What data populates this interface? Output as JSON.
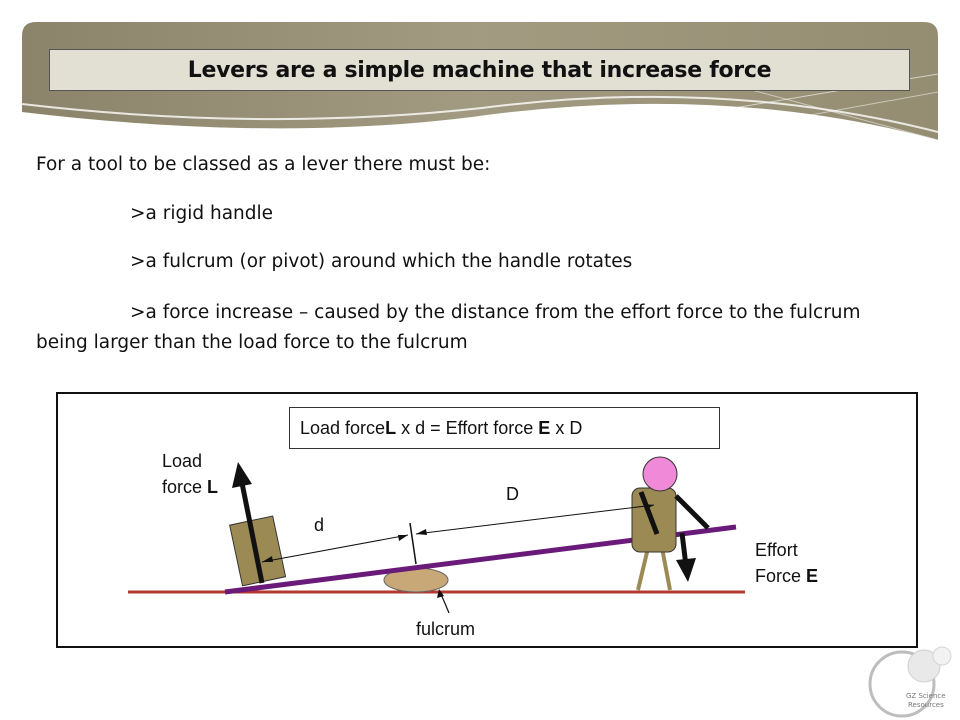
{
  "slide": {
    "title": "Levers are a simple machine that increase force",
    "intro": "For a tool to be classed as a lever there must be:",
    "bullets": [
      ">a rigid handle",
      ">a fulcrum (or pivot) around which the handle rotates",
      ">a force increase – caused by the distance from the effort force to the fulcrum being larger than the load force to the fulcrum"
    ]
  },
  "diagram": {
    "formula": {
      "part1": "Load force ",
      "L": "L",
      "part2": " x d = Effort force ",
      "E": "E",
      "part3": " x D"
    },
    "load_label": {
      "line1": "Load",
      "line2": "force ",
      "symbol": "L"
    },
    "effort_label": {
      "line1": "Effort",
      "line2": "Force ",
      "symbol": "E"
    },
    "d_label": "d",
    "D_label": "D",
    "fulcrum_label": "fulcrum"
  },
  "logo": {
    "line1": "GZ Science",
    "line2": "Resources"
  },
  "colors": {
    "banner": "#9c9378",
    "title_bg": "#e2dfd3",
    "lever": "#6a1a78",
    "ground": "#b5392e",
    "box": "#9c8a55",
    "fulcrum": "#c9a878",
    "head": "#f08ad8"
  }
}
